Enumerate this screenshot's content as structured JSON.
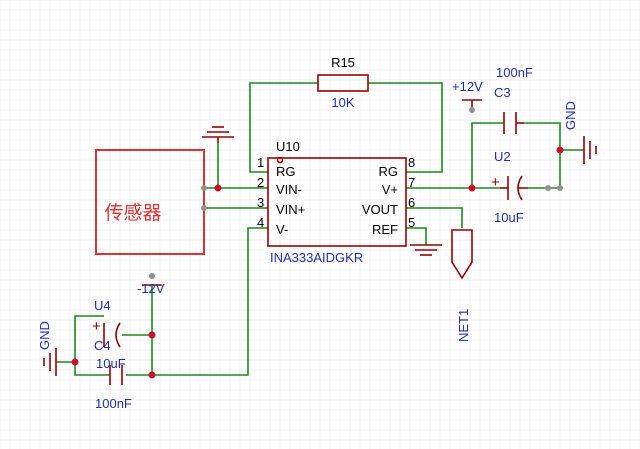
{
  "colors": {
    "wire": "#1a8a1a",
    "symbol": "#990000",
    "label": "#1f2fb5",
    "chip_text": "#000000",
    "sensor": "#e03030",
    "grid": "#e6e6ee",
    "junction": "#c8102e",
    "pin_endpoint": "#909090"
  },
  "components": {
    "r15": {
      "designator": "R15",
      "value": "10K"
    },
    "u10": {
      "designator": "U10",
      "part": "INA333AIDGKR",
      "left_pins": [
        {
          "num": "1",
          "name": "RG"
        },
        {
          "num": "2",
          "name": "VIN-"
        },
        {
          "num": "3",
          "name": "VIN+"
        },
        {
          "num": "4",
          "name": "V-"
        }
      ],
      "right_pins": [
        {
          "num": "8",
          "name": "RG"
        },
        {
          "num": "7",
          "name": "V+"
        },
        {
          "num": "6",
          "name": "VOUT"
        },
        {
          "num": "5",
          "name": "REF"
        }
      ]
    },
    "sensor": {
      "label": "传感器"
    },
    "c3": {
      "designator": "C3",
      "value": "100nF"
    },
    "u2": {
      "designator": "U2",
      "value": "10uF"
    },
    "u4": {
      "designator": "U4",
      "value": "10uF"
    },
    "c4": {
      "designator": "C4",
      "value": "100nF"
    },
    "net1": {
      "label": "NET1"
    }
  },
  "nets": {
    "pos12": "+12V",
    "neg12": "-12V",
    "gnd_right": "GND",
    "gnd_left": "GND"
  },
  "polarity": {
    "plus": "+"
  }
}
